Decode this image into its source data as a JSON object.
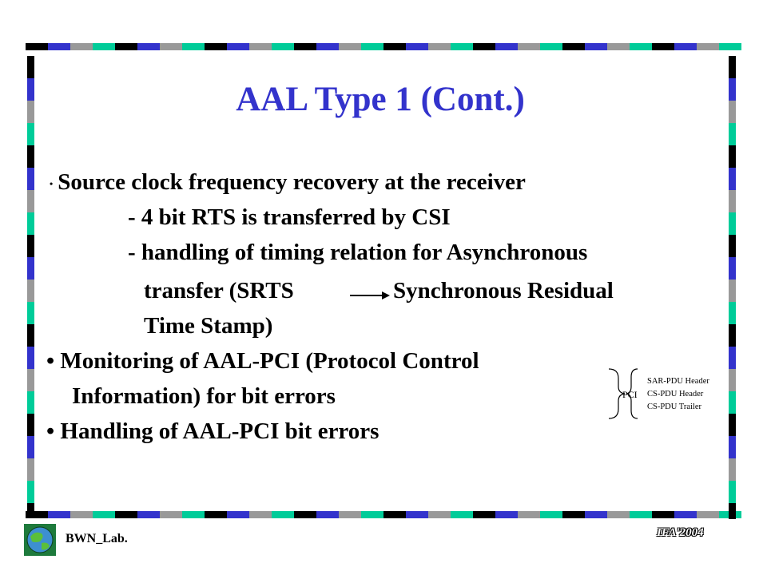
{
  "slide": {
    "title": "AAL Type 1 (Cont.)",
    "sub_bullet_glyph": "•",
    "sub_bullet": "Source clock frequency recovery at the receiver",
    "dash_items": [
      "- 4 bit RTS is transferred by CSI",
      "- handling of timing relation for Asynchronous"
    ],
    "srts_prefix": "transfer (SRTS",
    "srts_expansion": "Synchronous Residual",
    "srts_expansion_cont": "Time Stamp)",
    "bullet_glyph": "•",
    "bullet_1_line_1": "Monitoring of AAL-PCI (Protocol Control",
    "bullet_1_line_2": "Information) for bit errors",
    "bullet_2": "Handling of AAL-PCI bit errors"
  },
  "pci_note": {
    "label": "PCI",
    "items": [
      "SAR-PDU Header",
      "CS-PDU Header",
      "CS-PDU Trailer"
    ]
  },
  "footer": {
    "left_text": "BWN_Lab.",
    "right_text": "IFA'2004"
  },
  "frame_colors": [
    "#000000",
    "#3333cc",
    "#999999",
    "#00cc99"
  ],
  "title_color": "#3333cc",
  "logo_icon": "globe-logo-icon"
}
